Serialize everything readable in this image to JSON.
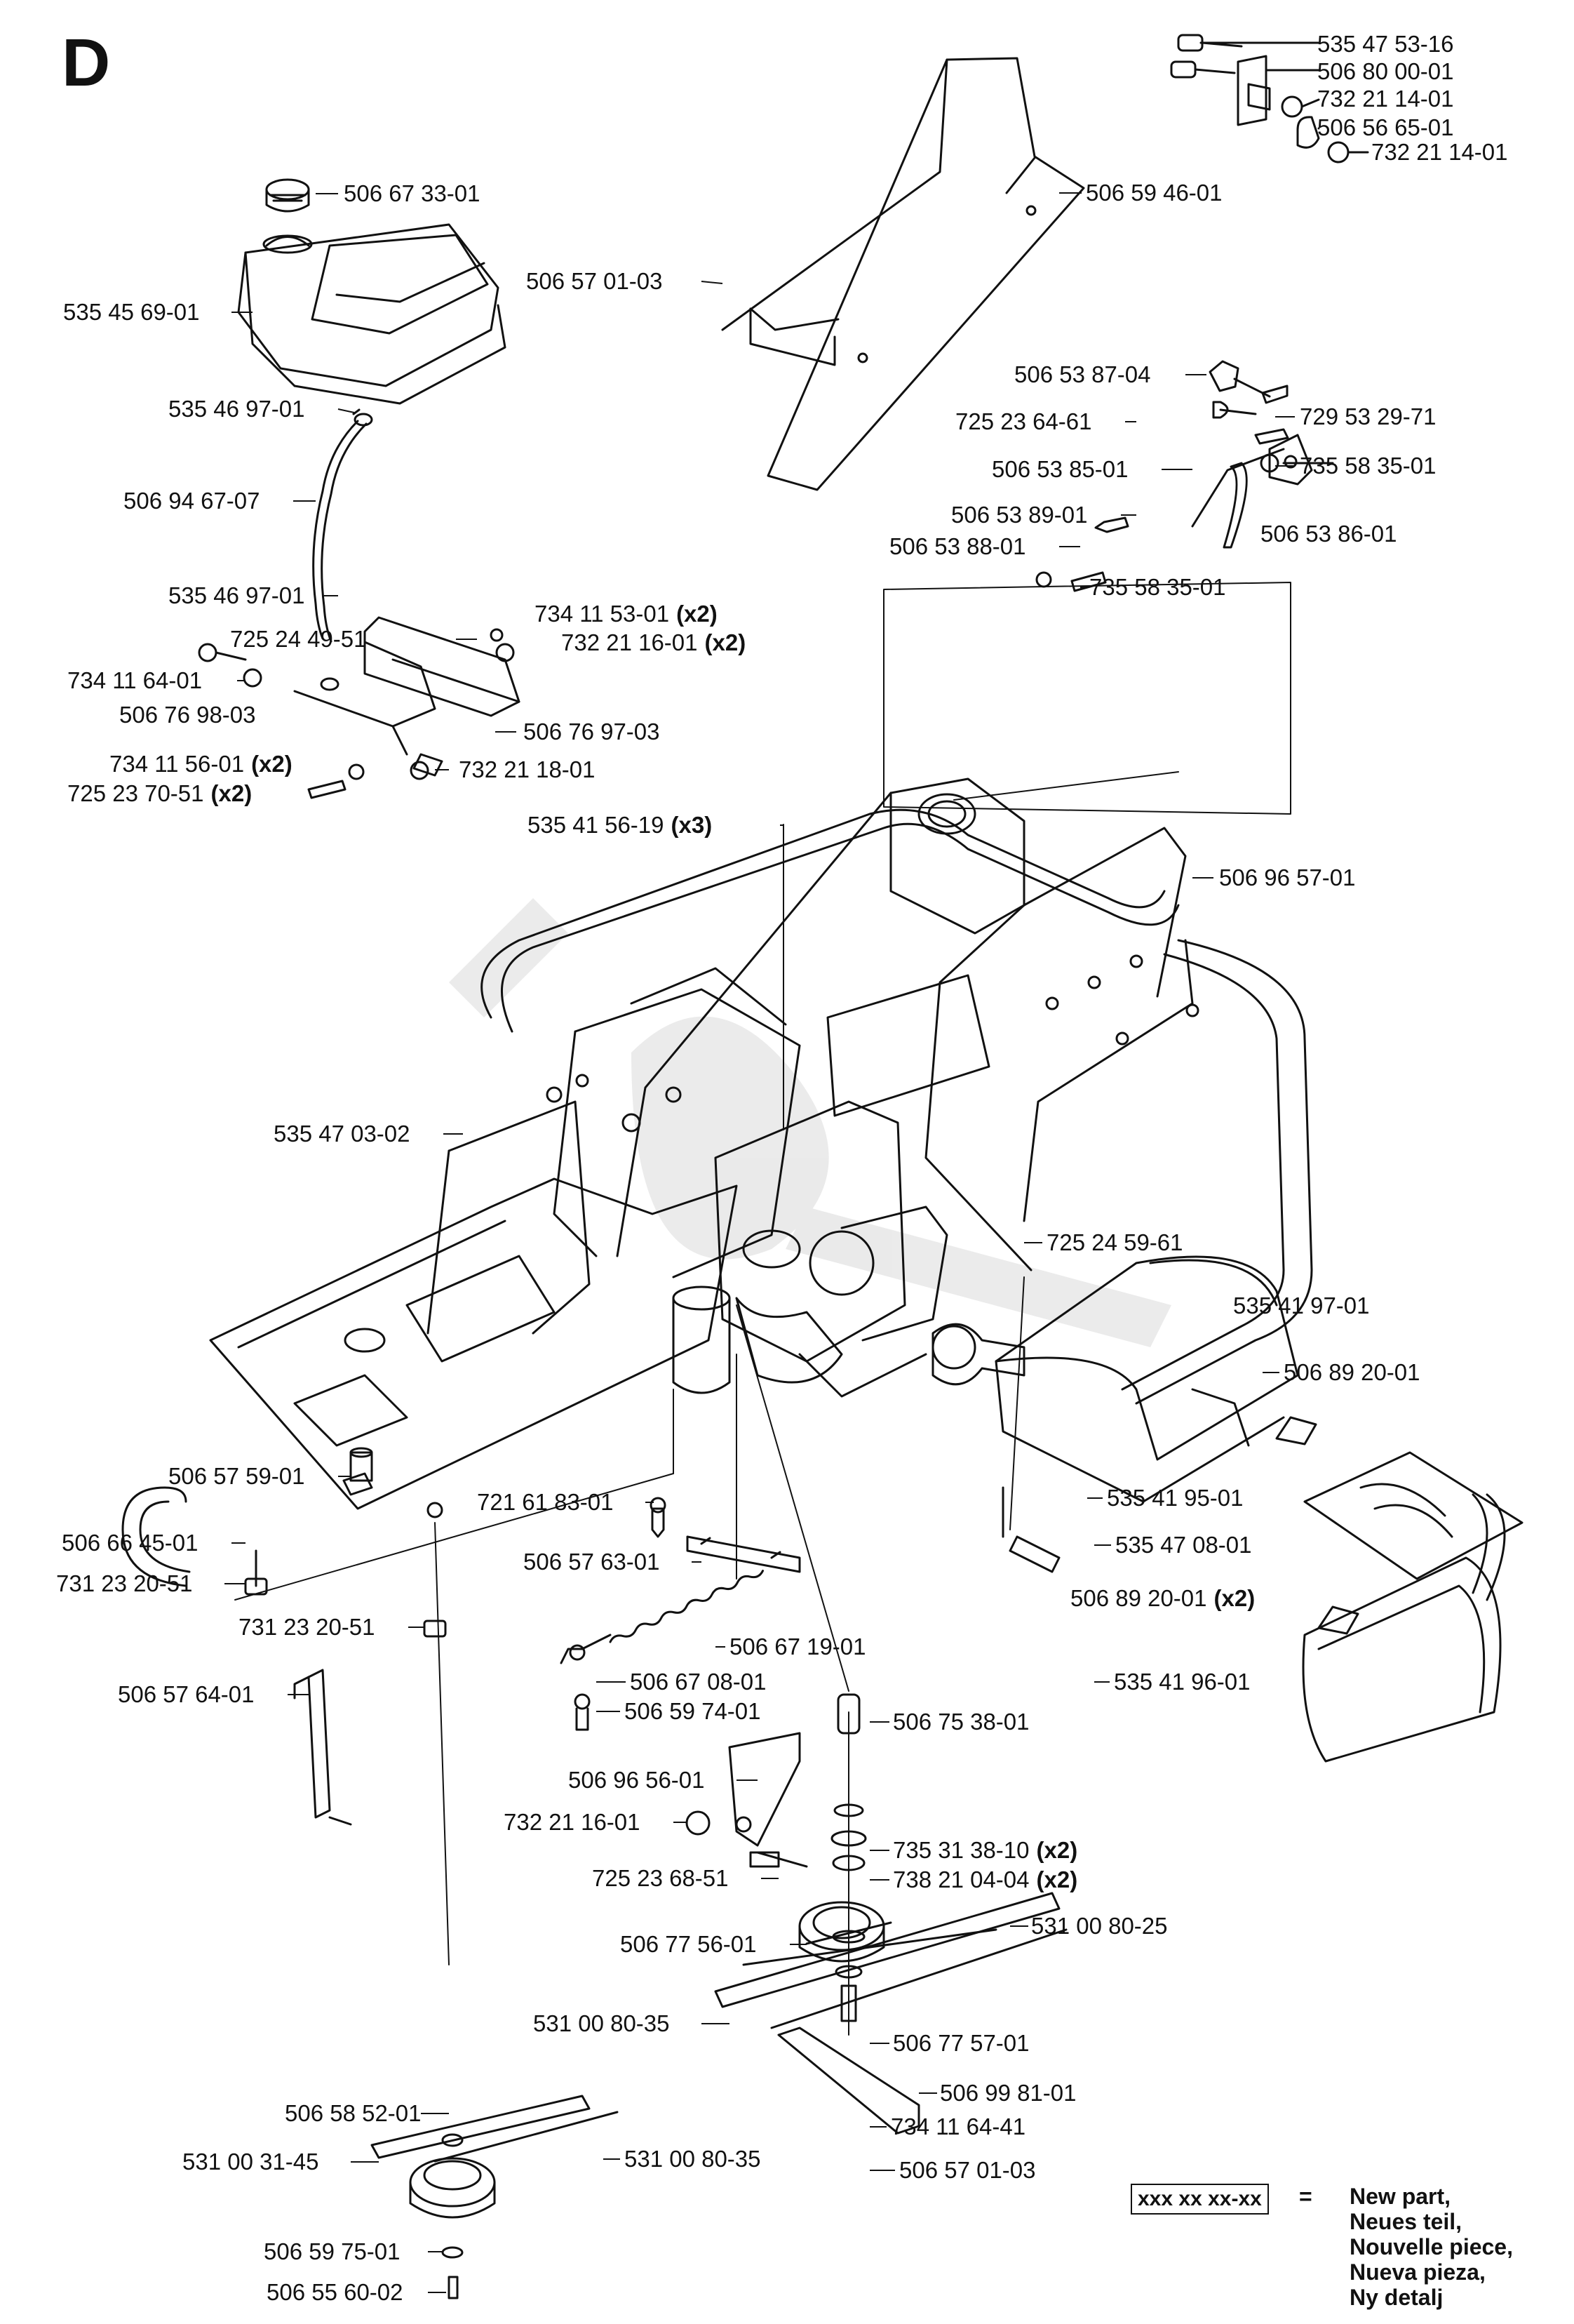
{
  "section": "D",
  "legend": {
    "code": "xxx xx xx-xx",
    "equals": "=",
    "lines": [
      "New part,",
      "Neues teil,",
      "Nouvelle piece,",
      "Nueva pieza,",
      "Ny detalj"
    ]
  },
  "labels": [
    {
      "id": "p01",
      "part": "535 47 53-16",
      "qty": ""
    },
    {
      "id": "p02",
      "part": "506 80 00-01",
      "qty": ""
    },
    {
      "id": "p03",
      "part": "732 21 14-01",
      "qty": ""
    },
    {
      "id": "p04",
      "part": "506 56 65-01",
      "qty": ""
    },
    {
      "id": "p05",
      "part": "732 21 14-01",
      "qty": ""
    },
    {
      "id": "p06",
      "part": "506 67 33-01",
      "qty": ""
    },
    {
      "id": "p07",
      "part": "506 59 46-01",
      "qty": ""
    },
    {
      "id": "p08",
      "part": "535 45 69-01",
      "qty": ""
    },
    {
      "id": "p09",
      "part": "506 57 01-03",
      "qty": ""
    },
    {
      "id": "p10",
      "part": "535 46 97-01",
      "qty": ""
    },
    {
      "id": "p11",
      "part": "506 53 87-04",
      "qty": ""
    },
    {
      "id": "p12",
      "part": "725 23 64-61",
      "qty": ""
    },
    {
      "id": "p13",
      "part": "729 53 29-71",
      "qty": ""
    },
    {
      "id": "p14",
      "part": "506 94 67-07",
      "qty": ""
    },
    {
      "id": "p15",
      "part": "506 53 85-01",
      "qty": ""
    },
    {
      "id": "p16",
      "part": "735 58 35-01",
      "qty": ""
    },
    {
      "id": "p17",
      "part": "506 53 89-01",
      "qty": ""
    },
    {
      "id": "p18",
      "part": "506 53 86-01",
      "qty": ""
    },
    {
      "id": "p19",
      "part": "506 53 88-01",
      "qty": ""
    },
    {
      "id": "p20",
      "part": "535 46 97-01",
      "qty": ""
    },
    {
      "id": "p21",
      "part": "735 58 35-01",
      "qty": ""
    },
    {
      "id": "p22",
      "part": "734 11 53-01",
      "qty": "(x2)"
    },
    {
      "id": "p23",
      "part": "725 24 49-51",
      "qty": ""
    },
    {
      "id": "p24",
      "part": "732 21 16-01",
      "qty": "(x2)"
    },
    {
      "id": "p25",
      "part": "734 11 64-01",
      "qty": ""
    },
    {
      "id": "p26",
      "part": "506 76 98-03",
      "qty": ""
    },
    {
      "id": "p27",
      "part": "506 76 97-03",
      "qty": ""
    },
    {
      "id": "p28",
      "part": "734 11 56-01",
      "qty": "(x2)"
    },
    {
      "id": "p29",
      "part": "732 21 18-01",
      "qty": ""
    },
    {
      "id": "p30",
      "part": "725 23 70-51",
      "qty": "(x2)"
    },
    {
      "id": "p31",
      "part": "535 41 56-19",
      "qty": "(x3)"
    },
    {
      "id": "p32",
      "part": "506 96 57-01",
      "qty": ""
    },
    {
      "id": "p33",
      "part": "535 47 03-02",
      "qty": ""
    },
    {
      "id": "p34",
      "part": "725 24 59-61",
      "qty": ""
    },
    {
      "id": "p35",
      "part": "535 41 97-01",
      "qty": ""
    },
    {
      "id": "p36",
      "part": "506 89 20-01",
      "qty": ""
    },
    {
      "id": "p37",
      "part": "506 57 59-01",
      "qty": ""
    },
    {
      "id": "p38",
      "part": "721 61 83-01",
      "qty": ""
    },
    {
      "id": "p39",
      "part": "535 41 95-01",
      "qty": ""
    },
    {
      "id": "p40",
      "part": "506 66 45-01",
      "qty": ""
    },
    {
      "id": "p41",
      "part": "535 47 08-01",
      "qty": ""
    },
    {
      "id": "p42",
      "part": "506 57 63-01",
      "qty": ""
    },
    {
      "id": "p43",
      "part": "731 23 20-51",
      "qty": ""
    },
    {
      "id": "p44",
      "part": "506 89 20-01",
      "qty": "(x2)"
    },
    {
      "id": "p45",
      "part": "731 23 20-51",
      "qty": ""
    },
    {
      "id": "p46",
      "part": "506 67 19-01",
      "qty": ""
    },
    {
      "id": "p47",
      "part": "535 41 96-01",
      "qty": ""
    },
    {
      "id": "p48",
      "part": "506 67 08-01",
      "qty": ""
    },
    {
      "id": "p49",
      "part": "506 57 64-01",
      "qty": ""
    },
    {
      "id": "p50",
      "part": "506 59 74-01",
      "qty": ""
    },
    {
      "id": "p51",
      "part": "506 75 38-01",
      "qty": ""
    },
    {
      "id": "p52",
      "part": "506 96 56-01",
      "qty": ""
    },
    {
      "id": "p53",
      "part": "732 21 16-01",
      "qty": ""
    },
    {
      "id": "p54",
      "part": "735 31 38-10",
      "qty": "(x2)"
    },
    {
      "id": "p55",
      "part": "725 23 68-51",
      "qty": ""
    },
    {
      "id": "p56",
      "part": "738 21 04-04",
      "qty": "(x2)"
    },
    {
      "id": "p57",
      "part": "506 77 56-01",
      "qty": ""
    },
    {
      "id": "p58",
      "part": "531 00 80-25",
      "qty": ""
    },
    {
      "id": "p59",
      "part": "531 00 80-35",
      "qty": ""
    },
    {
      "id": "p60",
      "part": "506 77 57-01",
      "qty": ""
    },
    {
      "id": "p61",
      "part": "506 99 81-01",
      "qty": ""
    },
    {
      "id": "p62",
      "part": "506 58 52-01",
      "qty": ""
    },
    {
      "id": "p63",
      "part": "734 11 64-41",
      "qty": ""
    },
    {
      "id": "p64",
      "part": "531 00 31-45",
      "qty": ""
    },
    {
      "id": "p65",
      "part": "531 00 80-35",
      "qty": ""
    },
    {
      "id": "p66",
      "part": "506 57 01-03",
      "qty": ""
    },
    {
      "id": "p67",
      "part": "506 59 75-01",
      "qty": ""
    },
    {
      "id": "p68",
      "part": "506 55 60-02",
      "qty": ""
    }
  ]
}
